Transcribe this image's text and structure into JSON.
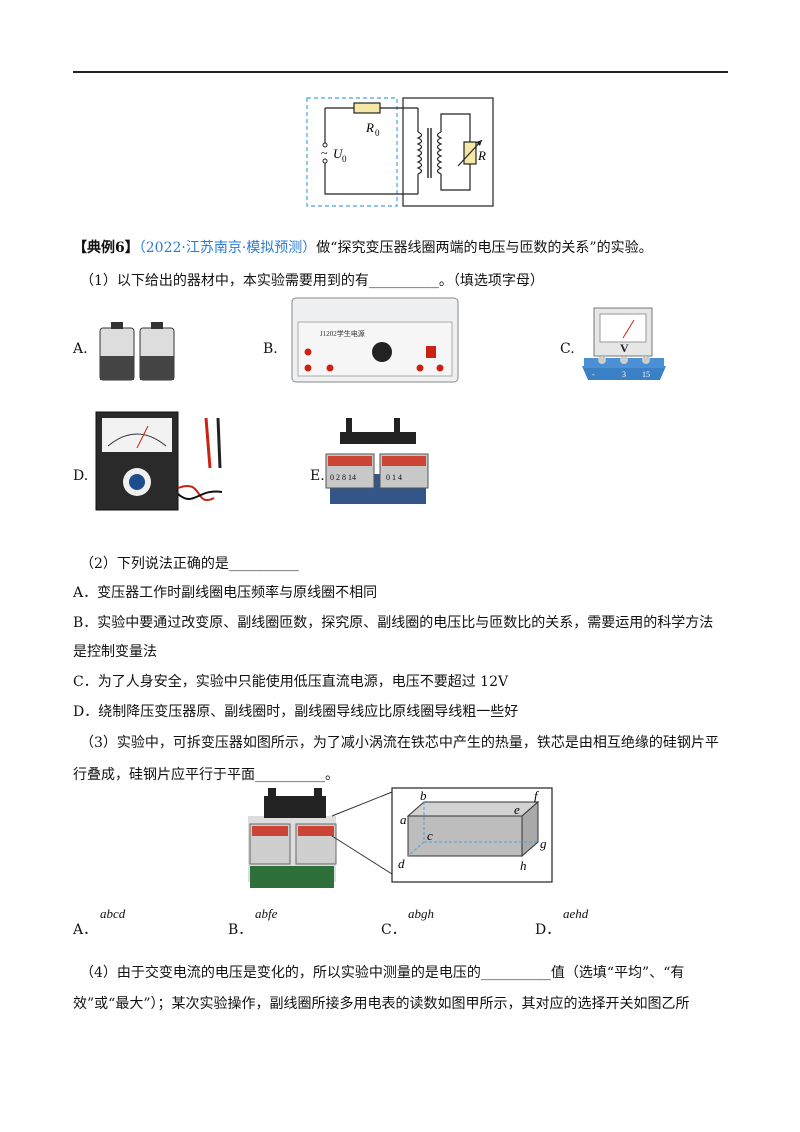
{
  "header_rule": true,
  "circuit": {
    "r0": "R",
    "r0_sub": "0",
    "u0": "U",
    "u0_sub": "0",
    "r": "R",
    "tilde": "~"
  },
  "example": {
    "tag": "【典例6】",
    "source": "（2022·江苏南京·模拟预测）",
    "stem": "做“探究变压器线圈两端的电压与匝数的关系”的实验。"
  },
  "q1": {
    "text": "（1）以下给出的器材中，本实验需要用到的有__________。（填选项字母）",
    "options": [
      {
        "label": "A."
      },
      {
        "label": "B."
      },
      {
        "label": "C."
      },
      {
        "label": "D."
      },
      {
        "label": "E."
      }
    ],
    "power_supply_title": "J1202学生电源",
    "meter_v": "V",
    "meter_scale": [
      "-",
      "3",
      "15"
    ],
    "transformer_left": "0 2 8 14",
    "transformer_right": "0 1 4"
  },
  "q2": {
    "text": "（2）下列说法正确的是__________",
    "options": [
      "A．变压器工作时副线圈电压频率与原线圈不相同",
      "B．实验中要通过改变原、副线圈匝数，探究原、副线圈的电压比与匝数比的关系，需要运用的科学方法",
      "是控制变量法",
      "C．为了人身安全，实验中只能使用低压直流电源，电压不要超过 12V",
      "D．绕制降压变压器原、副线圈时，副线圈导线应比原线圈导线粗一些好"
    ]
  },
  "q3": {
    "line1": "（3）实验中，可拆变压器如图所示，为了减小涡流在铁芯中产生的热量，铁芯是由相互绝缘的硅钢片平",
    "line2": "行叠成，硅钢片应平行于平面__________。",
    "box_labels": [
      "a",
      "b",
      "c",
      "d",
      "e",
      "f",
      "g",
      "h"
    ],
    "options": [
      {
        "label": "A．",
        "value": "abcd"
      },
      {
        "label": "B．",
        "value": "abfe"
      },
      {
        "label": "C．",
        "value": "abgh"
      },
      {
        "label": "D．",
        "value": "aehd"
      }
    ]
  },
  "q4": {
    "line1": "（4）由于交变电流的电压是变化的，所以实验中测量的是电压的__________值（选填“平均”、“有",
    "line2": "效”或“最大”）；某次实验操作，副线圈所接多用电表的读数如图甲所示，其对应的选择开关如图乙所"
  }
}
